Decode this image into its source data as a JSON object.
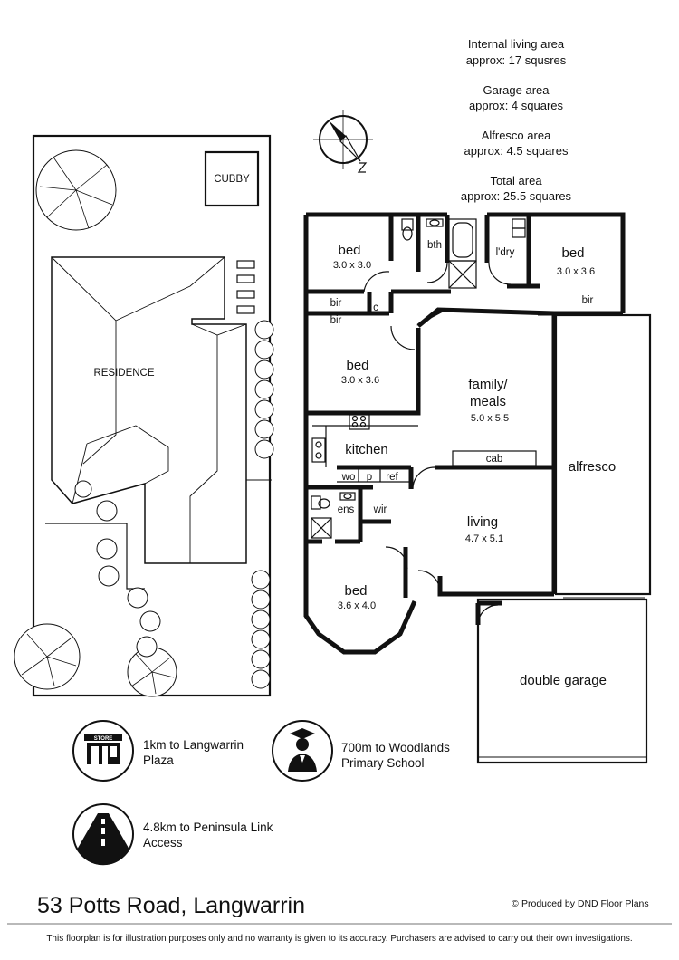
{
  "areas": [
    {
      "label": "Internal living area",
      "value": "approx: 17 squsres"
    },
    {
      "label": "Garage area",
      "value": "approx: 4 squares"
    },
    {
      "label": "Alfresco area",
      "value": "approx: 4.5 squares"
    },
    {
      "label": "Total area",
      "value": "approx: 25.5 squares"
    }
  ],
  "site": {
    "cubby": "CUBBY",
    "residence": "RESIDENCE"
  },
  "rooms": {
    "bed1": {
      "name": "bed",
      "dims": "3.0 x 3.0"
    },
    "bath": "bth",
    "laundry": "l'dry",
    "bed2": {
      "name": "bed",
      "dims": "3.0 x 3.6"
    },
    "bir1": "bir",
    "bir2": "bir",
    "bir3": "bir",
    "cupboard": "c",
    "bed3": {
      "name": "bed",
      "dims": "3.0 x 3.6"
    },
    "family": {
      "name_line1": "family/",
      "name_line2": "meals",
      "dims": "5.0 x 5.5"
    },
    "kitchen": "kitchen",
    "cab": "cab",
    "wo": "wo",
    "pantry": "p",
    "ref": "ref",
    "alfresco": "alfresco",
    "ensuite": "ens",
    "wir": "wir",
    "living": {
      "name": "living",
      "dims": "4.7 x 5.1"
    },
    "bed4": {
      "name": "bed",
      "dims": "3.6 x 4.0"
    },
    "garage": "double garage"
  },
  "amenities": [
    {
      "icon": "store-icon",
      "store_sign": "STORE",
      "line1": "1km to Langwarrin",
      "line2": "Plaza"
    },
    {
      "icon": "graduate-icon",
      "line1": "700m to Woodlands",
      "line2": "Primary School"
    },
    {
      "icon": "road-icon",
      "line1": "4.8km to Peninsula Link",
      "line2": "Access"
    }
  ],
  "address": "53 Potts Road, Langwarrin",
  "credit": "Produced by DND Floor Plans",
  "copyright_symbol": "©",
  "disclaimer": "This floorplan is for illustration purposes only and no warranty is given to its accuracy. Purchasers are advised to carry out their own investigations."
}
